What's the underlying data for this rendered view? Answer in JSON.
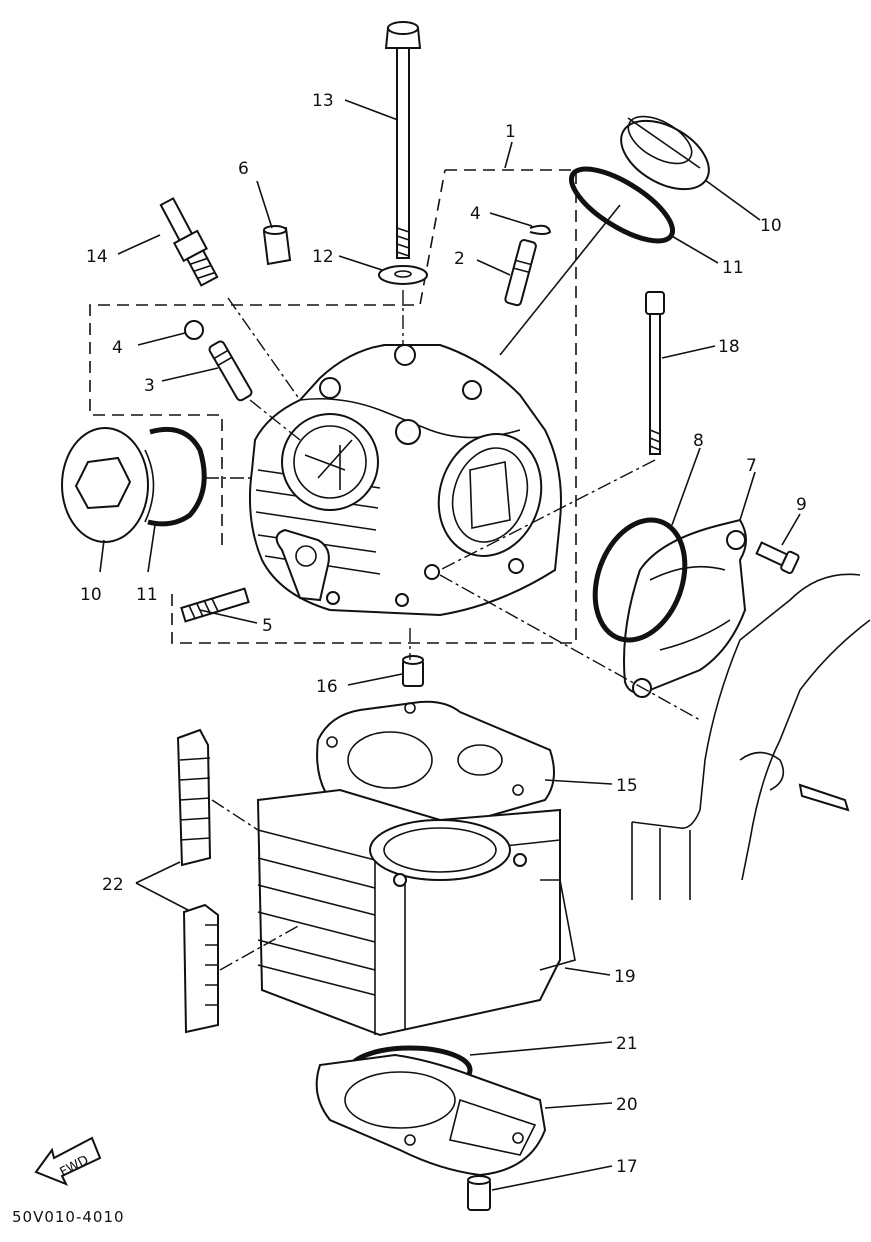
{
  "diagram": {
    "drawing_code": "50V010-4010",
    "fwd_label": "FWD",
    "callouts": {
      "c1": "1",
      "c2": "2",
      "c3": "3",
      "c4a": "4",
      "c4b": "4",
      "c5": "5",
      "c6": "6",
      "c7": "7",
      "c8": "8",
      "c9": "9",
      "c10a": "10",
      "c10b": "10",
      "c11a": "11",
      "c11b": "11",
      "c12": "12",
      "c13": "13",
      "c14": "14",
      "c15": "15",
      "c16": "16",
      "c17": "17",
      "c18": "18",
      "c19": "19",
      "c20": "20",
      "c21": "21",
      "c22": "22"
    }
  }
}
